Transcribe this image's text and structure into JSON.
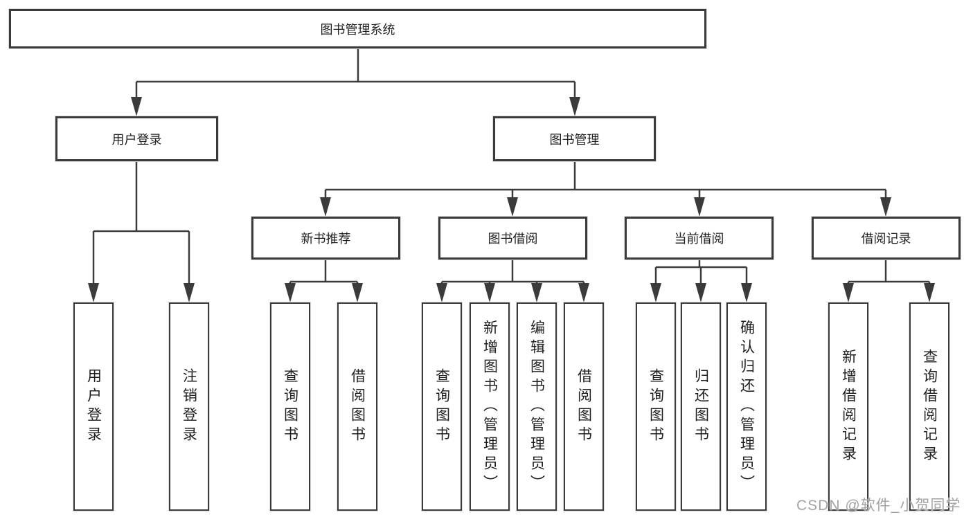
{
  "diagram": {
    "title": "图书管理系统",
    "root": {
      "label": "图书管理系统"
    },
    "branches": [
      {
        "label": "用户登录",
        "children": [
          "用户登录",
          "注销登录"
        ]
      },
      {
        "label": "图书管理",
        "sections": [
          {
            "label": "新书推荐",
            "children": [
              "查询图书",
              "借阅图书"
            ]
          },
          {
            "label": "图书借阅",
            "children": [
              "查询图书",
              "新增图书（管理员）",
              "编辑图书（管理员）",
              "借阅图书"
            ]
          },
          {
            "label": "当前借阅",
            "children": [
              "查询图书",
              "归还图书",
              "确认归还（管理员）"
            ]
          },
          {
            "label": "借阅记录",
            "children": [
              "新增借阅记录",
              "查询借阅记录"
            ]
          }
        ]
      }
    ]
  },
  "watermark": {
    "text": "CSDN @软件_小贺同学"
  },
  "colors": {
    "line": "#3b3b3b",
    "box_border": "#3b3b3b",
    "box_fill": "#ffffff",
    "text": "#1f1f1f",
    "watermark": "#a3a3a3",
    "background": "#ffffff"
  }
}
